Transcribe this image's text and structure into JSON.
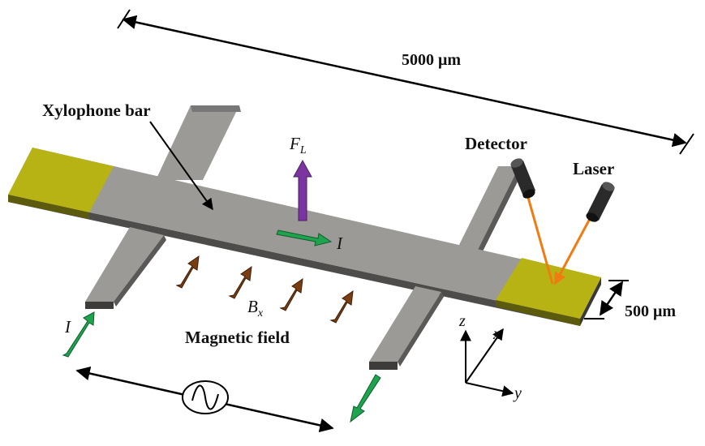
{
  "labels": {
    "length_dim": "5000 μm",
    "width_dim": "500 μm",
    "xylophone_bar": "Xylophone bar",
    "detector": "Detector",
    "laser": "Laser",
    "magnetic_field": "Magnetic field",
    "force": "F",
    "force_sub": "L",
    "field": "B",
    "field_sub": "x",
    "current_in": "I",
    "current_bar": "I",
    "axis_x": "x",
    "axis_y": "y",
    "axis_z": "z"
  },
  "colors": {
    "bar_top": "#9c9a97",
    "bar_side": "#4d4c4a",
    "pad": "#b8b314",
    "current_arrow": "#1fa34f",
    "field_arrow": "#7a3d12",
    "force_arrow": "#7b35a0",
    "laser_beam": "#f07c11",
    "device_body": "#2a2a2a"
  },
  "icons": {
    "ac_source": "ac-source-sine-icon"
  }
}
